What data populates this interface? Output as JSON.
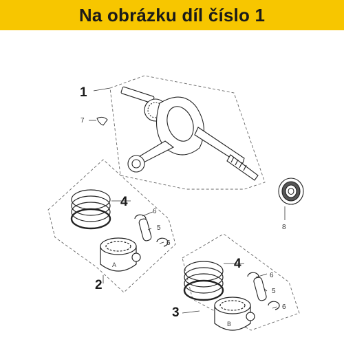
{
  "banner": {
    "text": "Na obrázku díl číslo 1",
    "background": "#f7c600"
  },
  "callouts": {
    "crankshaft": "1",
    "piston_a": "2",
    "piston_b": "3",
    "rings_a": "4",
    "rings_b": "4",
    "pin_a": "5",
    "pin_b": "5",
    "clip_a_top": "6",
    "clip_a_bottom": "6",
    "clip_b_top": "6",
    "clip_b_bottom": "6",
    "key": "7",
    "bearing": "8"
  },
  "piston_letters": {
    "a": "A",
    "b": "B"
  }
}
